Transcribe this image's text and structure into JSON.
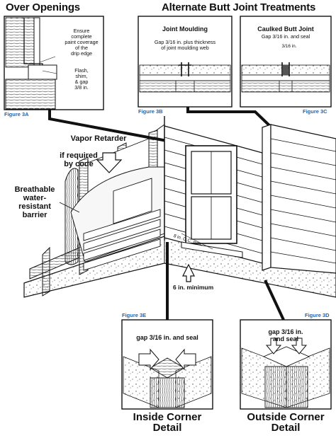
{
  "headers": {
    "over_openings": "Over Openings",
    "alternate_butt_joint": "Alternate Butt Joint Treatments"
  },
  "figure_3a": {
    "label": "Figure 3A",
    "note_ensure": [
      "Ensure",
      "complete",
      "paint coverage",
      "of the",
      "drip edge"
    ],
    "note_flash": [
      "Flash,",
      "shim,",
      "& gap",
      "3/8 in."
    ]
  },
  "figure_3b": {
    "label": "Figure 3B",
    "title": "Joint Moulding",
    "note": [
      "Gap 3/16 in. plus thickness",
      "of joint moulding web"
    ]
  },
  "figure_3c": {
    "label": "Figure 3C",
    "title": "Caulked Butt Joint",
    "note": [
      "Gap 3/16 in. and seal",
      "3/16 in."
    ]
  },
  "main": {
    "vapor_retarder": [
      "Vapor Retarder",
      "if required",
      "by code"
    ],
    "barrier": [
      "Breathable",
      "water-",
      "resistant",
      "barrier"
    ],
    "spacing": "8 in. O.C. max.",
    "minimum": "6 in. minimum"
  },
  "figure_3e": {
    "label": "Figure 3E",
    "note": "gap 3/16 in. and seal",
    "caption": [
      "Inside Corner",
      "Detail"
    ]
  },
  "figure_3d": {
    "label": "Figure 3D",
    "note": [
      "gap 3/16 in.",
      "and seal"
    ],
    "caption": [
      "Outside Corner",
      "Detail"
    ]
  },
  "colors": {
    "figure_label": "#1c64b4",
    "ink": "#111111"
  }
}
